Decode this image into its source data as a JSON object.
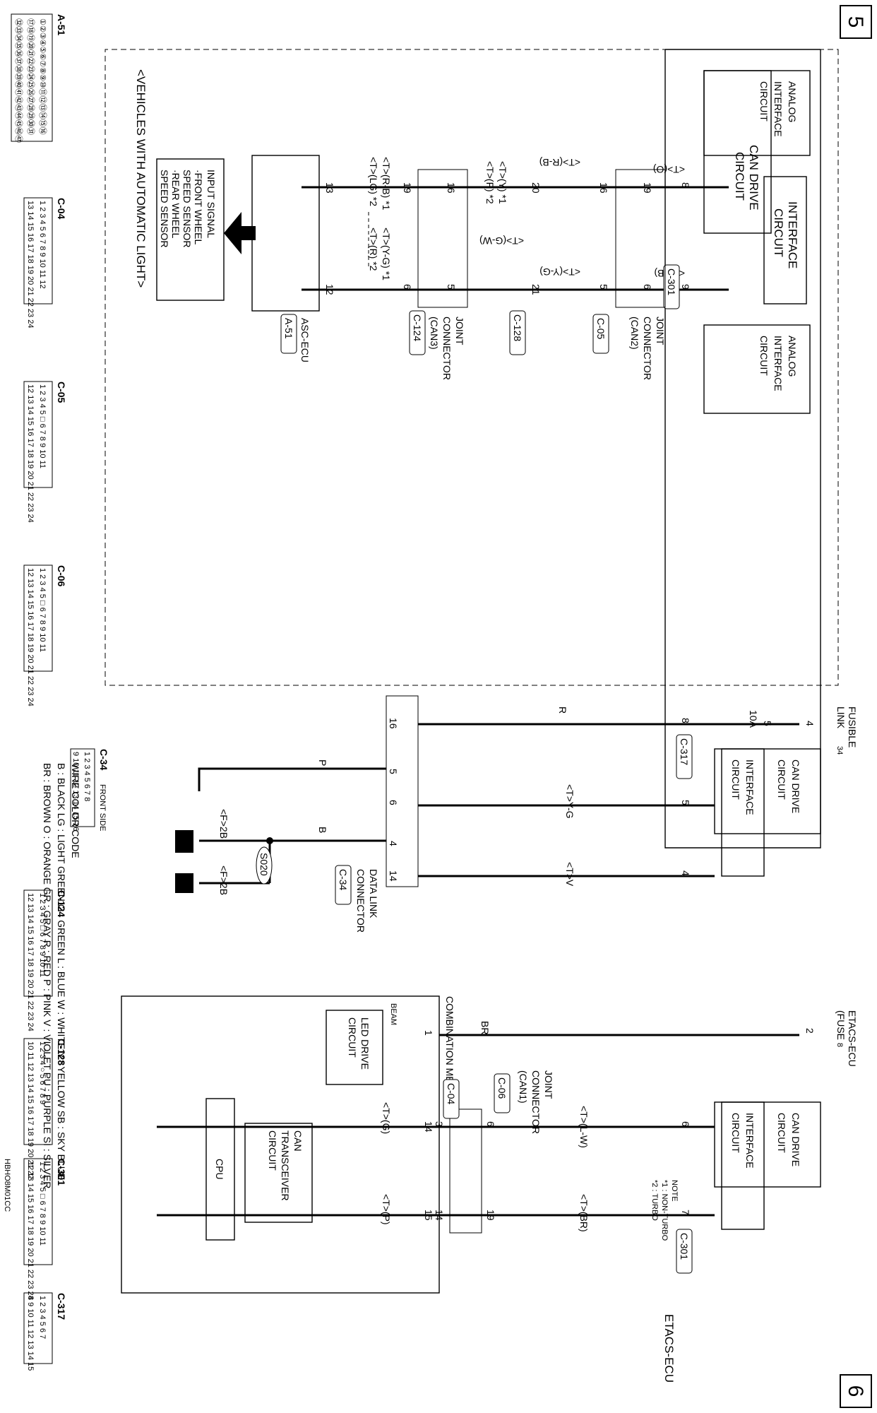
{
  "page_markers": {
    "left": "5",
    "right": "6",
    "ground_a": "14",
    "ground_b": "5"
  },
  "etacs_ecu": {
    "label": "ETACS-ECU",
    "analog_interface_1": [
      "ANALOG",
      "INTERFACE",
      "CIRCUIT"
    ],
    "analog_interface_2": [
      "ANALOG",
      "INTERFACE",
      "CIRCUIT"
    ],
    "can_drive": [
      "CAN DRIVE",
      "CIRCUIT"
    ],
    "interface": [
      "INTERFACE",
      "CIRCUIT"
    ],
    "can_drive_2": [
      "CAN DRIVE",
      "CIRCUIT"
    ],
    "interface_2": [
      "INTERFACE",
      "CIRCUIT"
    ],
    "can_drive_3": [
      "CAN DRIVE",
      "CIRCUIT"
    ],
    "interface_3": [
      "INTERFACE",
      "CIRCUIT"
    ]
  },
  "vehicles_label": "<VEHICLES WITH AUTOMATIC LIGHT>",
  "wires": {
    "w_t0": "<T>(O)",
    "w_tb": "<T>(B)",
    "w_trb": "<T>(R-B)",
    "w_tyg": "<T>(Y-G)",
    "w_tgw": "<T>(G-W)",
    "w_ty1": "<T>(Y) *1",
    "w_tp2": "<T>(P) *2",
    "w_trb1": "<T>(R-B) *1",
    "w_tlg2": "<T>(LG) *2",
    "w_tyg1": "<T>(Y-G) *1",
    "w_tr2": "<T>(R) *2",
    "w_r": "R",
    "w_tyg_b": "<T>Y-G",
    "w_tv": "<T>V",
    "w_p": "P",
    "w_b": "B",
    "w_f2b_a": "<F>2B",
    "w_f2b_b": "<F>2B",
    "w_tlw": "<T>(L-W)",
    "w_tbr": "<T>(BR)",
    "w_tg": "<T>(G)",
    "w_tp": "<T>(P)",
    "w_br": "BR"
  },
  "pins": {
    "p8": "8",
    "p9": "9",
    "p19a": "19",
    "p6a": "6",
    "p16a": "16",
    "p5a": "5",
    "p20": "20",
    "p21": "21",
    "p16b": "16",
    "p5b": "5",
    "p19b": "19",
    "p6b": "6",
    "p13": "13",
    "p12": "12",
    "p8b": "8",
    "p16c": "16",
    "p5c": "5",
    "p6c": "6",
    "p4": "4",
    "p14a": "14",
    "p5d": "5",
    "p4b": "4",
    "p6d": "6",
    "p7": "7",
    "p6e": "6",
    "p19c": "19",
    "p3": "3",
    "p14b": "14",
    "p1": "1",
    "p14c": "14",
    "p15": "15"
  },
  "connectors": {
    "c301a": "C-301",
    "c05": "C-05",
    "c128": "C-128",
    "c124": "C-124",
    "a51": "A-51",
    "c317": "C-317",
    "c34": "C-34",
    "c06": "C-06",
    "c301b": "C-301",
    "c04": "C-04"
  },
  "joints": {
    "jc2": [
      "JOINT",
      "CONNECTOR",
      "(CAN2)"
    ],
    "jc3": [
      "JOINT",
      "CONNECTOR",
      "(CAN3)"
    ],
    "jc1": [
      "JOINT",
      "CONNECTOR",
      "(CAN1)"
    ],
    "dlc": [
      "DATA LINK",
      "CONNECTOR"
    ]
  },
  "asc_ecu": "ASC-ECU",
  "input_signal": [
    "INPUT SIGNAL",
    "·FRONT WHEEL",
    " SPEED SENSOR",
    "·REAR WHEEL",
    " SPEED SENSOR"
  ],
  "fusible": {
    "label": [
      "FUSIBLE",
      "LINK"
    ],
    "num": "34",
    "marker": "4",
    "fuse": "5",
    "amp": "10A"
  },
  "etacs_fuse": {
    "label": [
      "ETACS-ECU",
      "(FUSE"
    ],
    "fuse": "8",
    "marker": "2"
  },
  "splice": "S020",
  "combo_meter": {
    "label": "COMBINATION METER",
    "led": [
      "LED DRIVE",
      "CIRCUIT"
    ],
    "beam": "BEAM",
    "can_tr": [
      "CAN",
      "TRANSCEIVER",
      "CIRCUIT"
    ],
    "cpu": "CPU"
  },
  "note": {
    "title": "NOTE",
    "n1": "*1 : NON-TURBO",
    "n2": "*2 : TURBO"
  },
  "color_code": {
    "title": "WIRE COLOR CODE",
    "row1": "B : BLACK   LG : LIGHT GREEN   G : GREEN   L : BLUE   W : WHITE   Y : YELLOW   SB : SKY BLUE",
    "row2": "BR : BROWN   O : ORANGE   GR : GRAY   R : RED   P : PINK   V : VIOLET   PU : PURPLE   SI : SILVER"
  },
  "front_side": "FRONT SIDE",
  "figure_code": "HBHO8M01CC",
  "connector_faces": {
    "a51_r1": "①②③④⑤⑥⑦⑧⑨⑩⑪⑫⑬⑭⑮⑯",
    "a51_r2": "⑰⑱⑲⑳㉑㉒㉓㉔㉕㉖㉗㉘㉙㉚㉛",
    "a51_r3": "㉜㉝㉞㉟㊱㊲㊳㊴㊵㊶㊷㊸㊹㊺㊻㊼",
    "row24a": "1 2 3 4 5 6 7 8 9 10 11 12",
    "row24b": "13 14 15 16 17 18 19 20 21 22 23 24",
    "row11a": "1 2 3 4 5 □ 6 7 8 9 10 11",
    "row11b": "12 13 14 15 16 17 18 19 20 21 22 23 24",
    "c34a": "1 2 3 4 5 6 7 8",
    "c34b": "9 10 11 12 13 14 15 16",
    "c128a": "1 2 3 4 ○ 5 6 7 8 9",
    "c128b": "10 11 12 13 14 15 16 17 18 19 20 21 22",
    "c317a": "1 2 3 4 5 6 7",
    "c317b": "8 9 10 11 12 13 14 15"
  }
}
